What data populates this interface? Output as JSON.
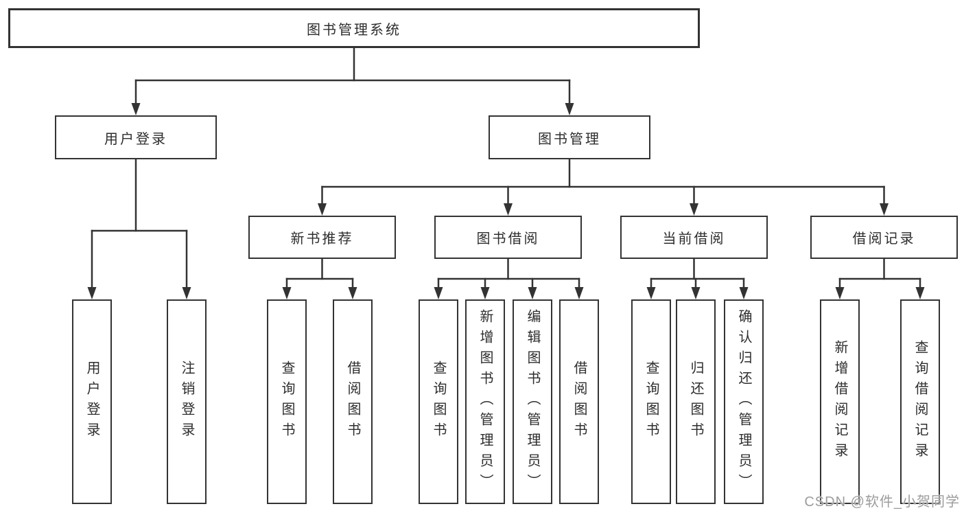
{
  "diagram": {
    "root": {
      "label": "图书管理系统"
    },
    "branches": [
      {
        "label": "用户登录",
        "leaves": [
          {
            "label": "用户登录"
          },
          {
            "label": "注销登录"
          }
        ]
      },
      {
        "label": "图书管理",
        "groups": [
          {
            "label": "新书推荐",
            "leaves": [
              {
                "label": "查询图书"
              },
              {
                "label": "借阅图书"
              }
            ]
          },
          {
            "label": "图书借阅",
            "leaves": [
              {
                "label": "查询图书"
              },
              {
                "label": "新增图书（管理员）"
              },
              {
                "label": "编辑图书（管理员）"
              },
              {
                "label": "借阅图书"
              }
            ]
          },
          {
            "label": "当前借阅",
            "leaves": [
              {
                "label": "查询图书"
              },
              {
                "label": "归还图书"
              },
              {
                "label": "确认归还（管理员）"
              }
            ]
          },
          {
            "label": "借阅记录",
            "leaves": [
              {
                "label": "新增借阅记录"
              },
              {
                "label": "查询借阅记录"
              }
            ]
          }
        ]
      }
    ]
  },
  "watermark": {
    "text": "CSDN @软件_小贺同学"
  },
  "colors": {
    "line": "#333333",
    "border": "#333333",
    "text": "#2d2d2d",
    "watermark": "#9c9c9c",
    "background": "#ffffff"
  }
}
